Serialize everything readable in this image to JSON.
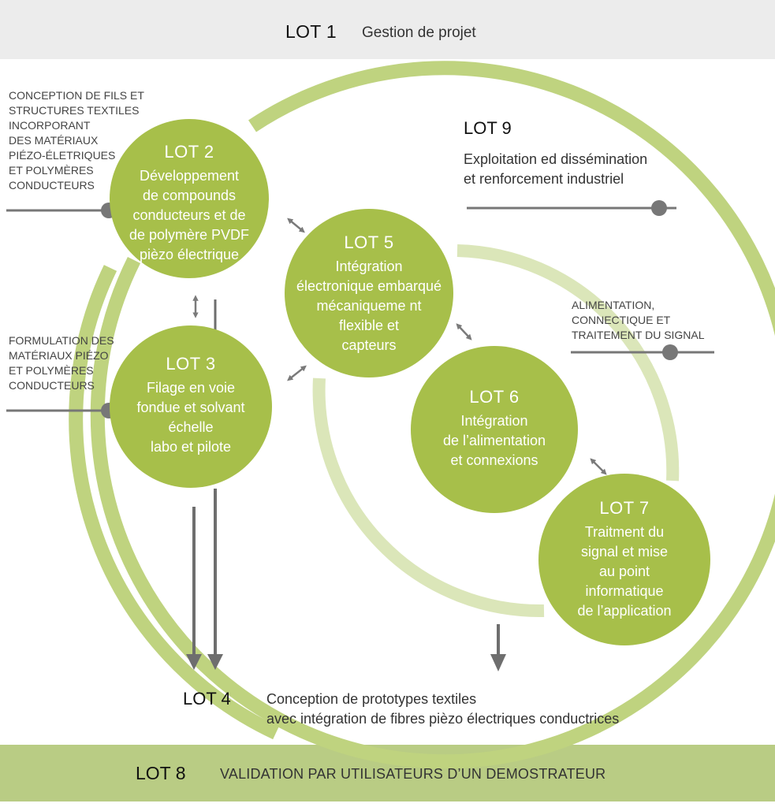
{
  "lot1": {
    "title": "LOT 1",
    "desc": "Gestion de projet"
  },
  "lot2": {
    "title": "LOT 2",
    "lines": [
      "Développement",
      "de compounds",
      "conducteurs et de",
      "de polymère PVDF",
      "pièzo électrique"
    ]
  },
  "lot3": {
    "title": "LOT 3",
    "lines": [
      "Filage en voie",
      "fondue et solvant",
      "échelle",
      "labo et pilote"
    ]
  },
  "lot4": {
    "title": "LOT 4",
    "lines": [
      "Conception de prototypes textiles",
      "avec intégration de fibres pièzo électriques conductrices"
    ]
  },
  "lot5": {
    "title": "LOT 5",
    "lines": [
      "Intégration",
      "électronique embarqué",
      "mécaniqueme nt",
      "flexible et",
      "capteurs"
    ]
  },
  "lot6": {
    "title": "LOT 6",
    "lines": [
      "Intégration",
      "de l’alimentation",
      "et connexions"
    ]
  },
  "lot7": {
    "title": "LOT 7",
    "lines": [
      "Traitment du",
      "signal et mise",
      "au point",
      "informatique",
      "de l’application"
    ]
  },
  "lot8": {
    "title": "LOT 8",
    "desc": "VALIDATION PAR UTILISATEURS D’UN DEMOSTRATEUR"
  },
  "lot9": {
    "title": "LOT 9",
    "lines": [
      "Exploitation ed dissémination",
      "et renforcement industriel"
    ]
  },
  "side_labels": {
    "fils": [
      "CONCEPTION DE FILS ET",
      "STRUCTURES TEXTILES",
      "INCORPORANT",
      "DES MATÉRIAUX",
      "PIÉZO-ÉLETRIQUES",
      "ET POLYMÈRES",
      "CONDUCTEURS"
    ],
    "formulation": [
      "FORMULATION DES",
      "MATÉRIAUX PIÉZO",
      "ET POLYMÈRES",
      "CONDUCTEURS"
    ],
    "alimentation": [
      "ALIMENTATION,",
      "CONNECTIQUE ET",
      "TRAITEMENT DU SIGNAL"
    ]
  },
  "colors": {
    "circle": "#a7bf4a",
    "outer_ring": "#bfd37f",
    "inner_ring": "#dbe6b9",
    "top_bar": "#ececec",
    "bottom_bar": "#b9cc84",
    "connector": "#777777",
    "arrow": "#6e6e6e"
  }
}
